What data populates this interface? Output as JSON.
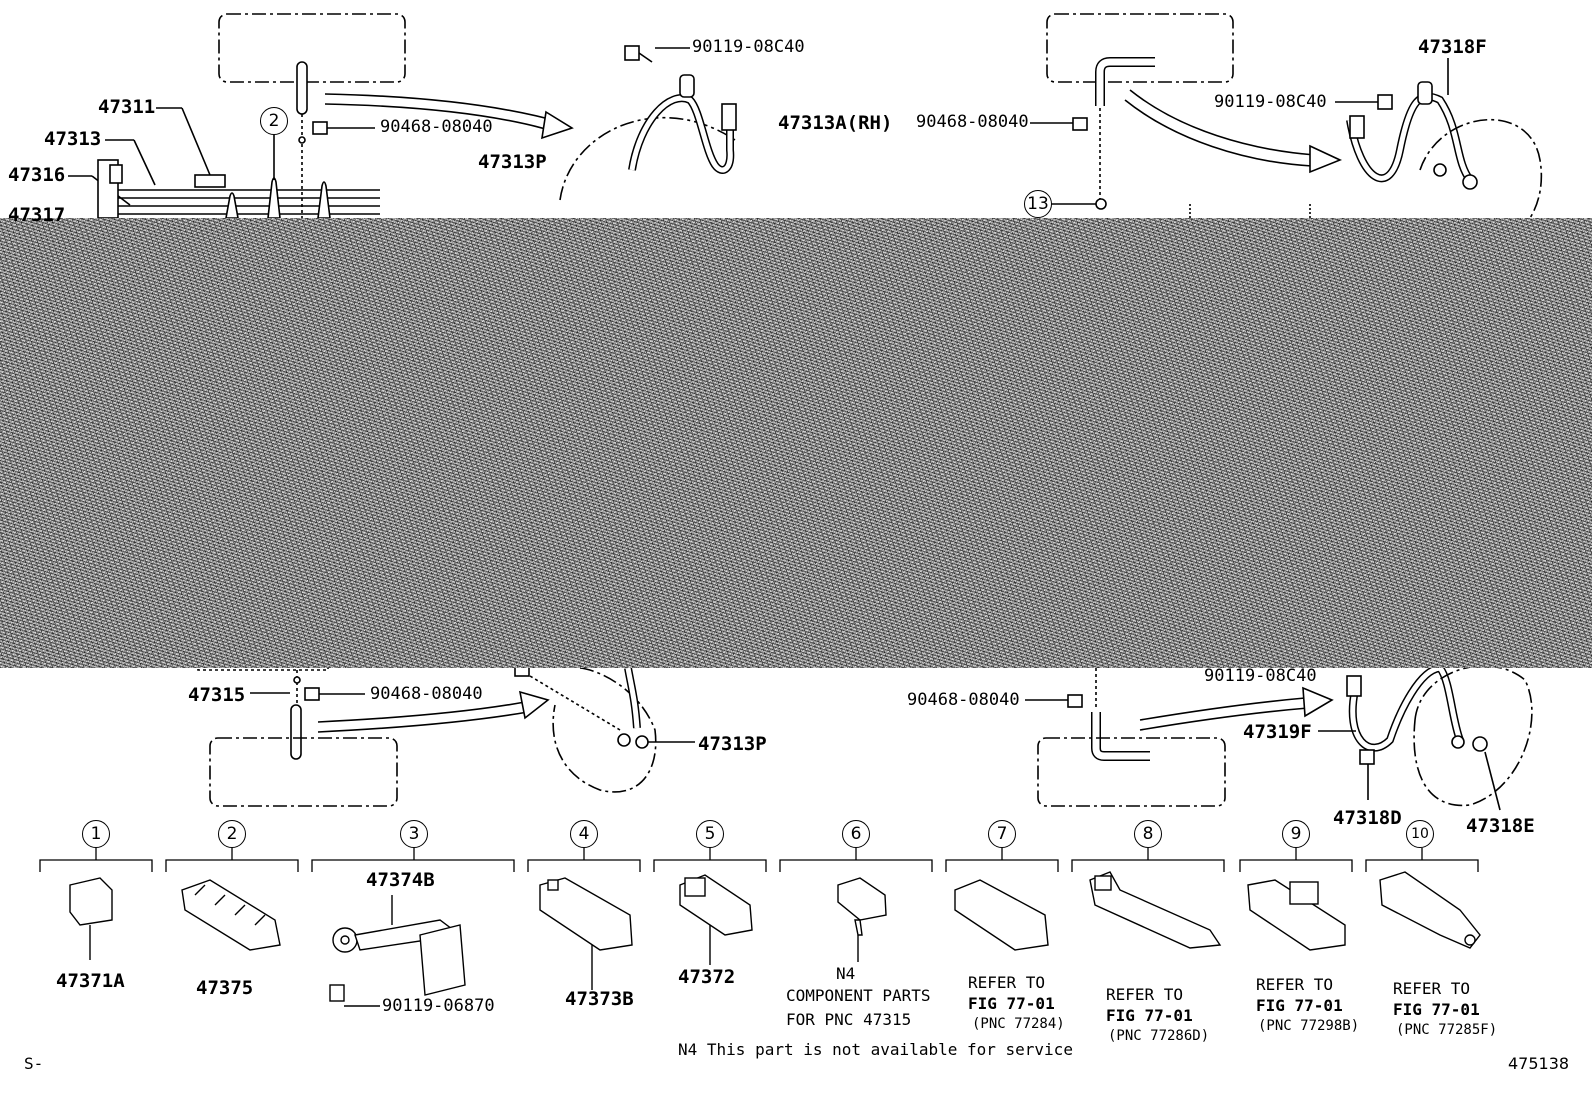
{
  "parts": {
    "p47311": "47311",
    "p47313": "47313",
    "p47316": "47316",
    "p47317": "47317",
    "p90119_08C40_a": "90119-08C40",
    "p90468_08040_a": "90468-08040",
    "p47313A": "47313A(RH)",
    "p47313P_a": "47313P",
    "p90468_08040_b": "90468-08040",
    "p90119_08C40_b": "90119-08C40",
    "p47318F": "47318F",
    "p47315": "47315",
    "p90468_08040_c": "90468-08040",
    "p47313P_b": "47313P",
    "p90468_08040_d": "90468-08040",
    "p90119_08C40_c": "90119-08C40",
    "p47319F": "47319F",
    "p47318D": "47318D",
    "p47318E": "47318E",
    "p47371A": "47371A",
    "p47375": "47375",
    "p47374B": "47374B",
    "p90119_06870": "90119-06870",
    "p47373B": "47373B",
    "p47372": "47372"
  },
  "callouts": [
    "1",
    "2",
    "3",
    "4",
    "5",
    "6",
    "7",
    "8",
    "9",
    "10"
  ],
  "callouts_upper": {
    "c2": "2",
    "c13": "13"
  },
  "notes": {
    "n6_l1": "N4",
    "n6_l2": "COMPONENT PARTS",
    "n6_l3": "FOR PNC 47315",
    "n7_l1": "REFER TO",
    "n7_l2": "FIG 77-01",
    "n7_l3": "(PNC 77284)",
    "n8_l1": "REFER TO",
    "n8_l2": "FIG 77-01",
    "n8_l3": "(PNC 77286D)",
    "n9_l1": "REFER TO",
    "n9_l2": "FIG 77-01",
    "n9_l3": "(PNC 77298B)",
    "n10_l1": "REFER TO",
    "n10_l2": "FIG 77-01",
    "n10_l3": "(PNC 77285F)",
    "footnote": "N4 This part is not available for service",
    "corner_left": "S-",
    "figure_id": "475138"
  }
}
